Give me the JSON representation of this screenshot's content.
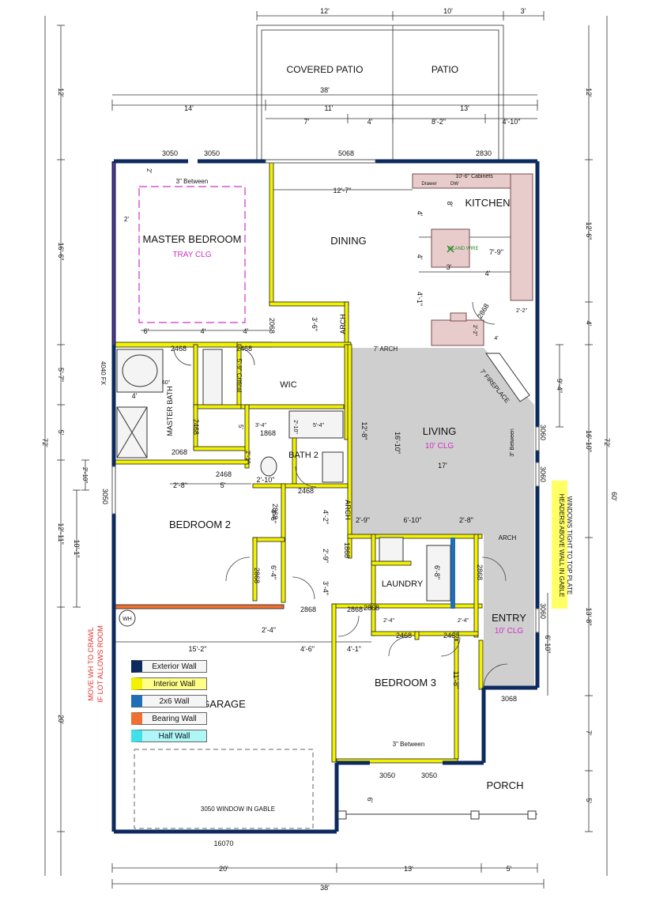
{
  "colors": {
    "exterior_wall": "#0d2a5e",
    "interior_wall": "#f2f200",
    "wall_2x6": "#1e6fb8",
    "bearing_wall": "#f07030",
    "half_wall": "#40e0e8",
    "master_bedroom_text": "#d030c8",
    "ceiling_note": "#d030c8",
    "island_wire": "#2a8a2a",
    "cabinet": "#c9a0a0",
    "living_floor": "#cfcfcf",
    "dimension_line": "#333333",
    "note_red": "#e03030",
    "note_highlight": "#ffff66"
  },
  "rooms": {
    "covered_patio": "COVERED PATIO",
    "patio": "PATIO",
    "master_bedroom": "MASTER BEDROOM",
    "master_bedroom_clg": "TRAY CLG",
    "dining": "DINING",
    "kitchen": "KITCHEN",
    "wic": "WIC",
    "master_bath": "MASTER BATH",
    "living": "LIVING",
    "living_clg": "10' CLG",
    "bath2": "BATH 2",
    "bedroom2": "BEDROOM 2",
    "laundry": "LAUNDRY",
    "entry": "ENTRY",
    "entry_clg": "10' CLG",
    "garage": "GARAGE",
    "bedroom3": "BEDROOM 3",
    "porch": "PORCH"
  },
  "labels": {
    "three_between_top": "3\" Between",
    "three_between_bottom": "3\" Between",
    "three_between_right": "3\" Between",
    "cabinets": "10'-6\" Cabinets",
    "drawer": "Drawer",
    "dw": "DW",
    "island_wire": "ISLAND WIRE",
    "fireplace": "7' FIREPLACE",
    "arch_dining": "ARCH",
    "arch_7": "7' ARCH",
    "arch_hall": "ARCH",
    "arch_entry": "ARCH",
    "critical": "5'-9\" Critical",
    "fx": "4040 FX",
    "tub_60": "60\"",
    "wh": "WH",
    "garage_window": "3050 WINDOW IN GABLE",
    "garage_door": "16070",
    "red_note_line1": "MOVE WH TO CRAWL",
    "red_note_line2": "IF LOT ALLOWS ROOM",
    "yellow_note_line1": "HEADERS ABOVE WALL IN GABLE",
    "yellow_note_line2": "WINDOWS TIGHT TO TOP PLATE"
  },
  "legend": [
    {
      "label": "Exterior Wall",
      "color": "#0d2a5e"
    },
    {
      "label": "Interior Wall",
      "color": "#f2f200"
    },
    {
      "label": "2x6 Wall",
      "color": "#1e6fb8"
    },
    {
      "label": "Bearing Wall",
      "color": "#f07030"
    },
    {
      "label": "Half Wall",
      "color": "#40e0e8"
    }
  ],
  "openings": {
    "w_3050_a": "3050",
    "w_3050_b": "3050",
    "w_5068": "5068",
    "w_2830": "2830",
    "d_2468_mb": "2468",
    "d_2468_wic": "2468",
    "d_2468_bath": "2468",
    "d_2068": "2068",
    "d_2468_b2a": "2468",
    "d_2468_b2b": "2468",
    "d_1868_a": "1868",
    "d_2868_hall": "2868",
    "d_2868_b2": "2868",
    "d_2868_b2b": "2868",
    "d_1868_b": "1868",
    "d_2868_ent": "2868",
    "d_2868_gar": "2868",
    "d_2868_lau": "2868",
    "d_2468_b3a": "2468",
    "d_2468_b3b": "2468",
    "w_3060_a": "3060",
    "w_3060_b": "3060",
    "w_3060_c": "3060",
    "d_3068": "3068",
    "w_3050_left": "3050",
    "w_3050_b3a": "3050",
    "w_3050_b3b": "3050",
    "d_2068_pantry": "2068"
  },
  "dims": {
    "top_12": "12'",
    "top_10": "10'",
    "top_3": "3'",
    "top_38": "38'",
    "top_14": "14'",
    "top_11": "11'",
    "top_13": "13'",
    "top_7": "7'",
    "top_4": "4'",
    "top_8_2": "8'-2\"",
    "top_4_10": "4'-10\"",
    "bot_20": "20'",
    "bot_13": "13'",
    "bot_5": "5'",
    "bot_38": "38'",
    "left_12": "12'",
    "left_16_6": "16'-6\"",
    "left_5_7": "5'-7\"",
    "left_5": "5'",
    "left_12_11": "12'-11\"",
    "left_20": "20'",
    "left_72": "72'",
    "left_2_10": "2'-10\"",
    "left_10_1": "10'-1\"",
    "right_12": "12'",
    "right_12_6": "12'-6\"",
    "right_4": "4'",
    "right_16_10": "16'-10\"",
    "right_13_8": "13'-8\"",
    "right_7": "7'",
    "right_5": "5'",
    "right_60": "60'",
    "right_72": "72'",
    "i_12_7": "12'-7\"",
    "i_2_a": "2'",
    "i_2_b": "2'",
    "i_6": "6'",
    "i_4_mb": "4'",
    "i_4_mb2": "4'",
    "i_3_6": "3'-6\"",
    "i_4_k1": "4'",
    "i_8_k": "8'",
    "i_4_k2": "4'",
    "i_7_9": "7'-9\"",
    "i_3_k": "3'",
    "i_4_k3": "4'",
    "i_4_1": "4'-1\"",
    "i_2_2": "2'-2\"",
    "i_2_2b": "2'-2\"",
    "i_4_k4": "4'",
    "i_9_4": "9'-4\"",
    "i_12_8": "12'-8\"",
    "i_16_10": "16'-10\"",
    "i_17": "17'",
    "i_4_mbath": "4'",
    "i_3_4": "3'-4\"",
    "i_5_4": "5'-4\"",
    "i_2_10a": "2'-10\"",
    "i_5b": "5'",
    "i_2_8": "2'-8\"",
    "i_5c": "5'",
    "i_2_1": "2'-1\"",
    "i_2_10b": "2'-10\"",
    "i_4_6": "4'-6\"",
    "i_4_2": "4'-2\"",
    "i_2_9": "2'-9\"",
    "i_6_10": "6'-10\"",
    "i_2_8b": "2'-8\"",
    "i_2_9v": "2'-9\"",
    "i_6_4": "6'-4\"",
    "i_3_4b": "3'-4\"",
    "i_6_8": "6'-8\"",
    "i_2_4": "2'-4\"",
    "i_4_6b": "4'-6\"",
    "i_4_1b": "4'-1\"",
    "i_15_2": "15'-2\"",
    "i_2_4b": "2'-4\"",
    "i_2_4c": "2'-4\"",
    "i_11_8": "11'-8\"",
    "i_6_10b": "6'-10\""
  }
}
